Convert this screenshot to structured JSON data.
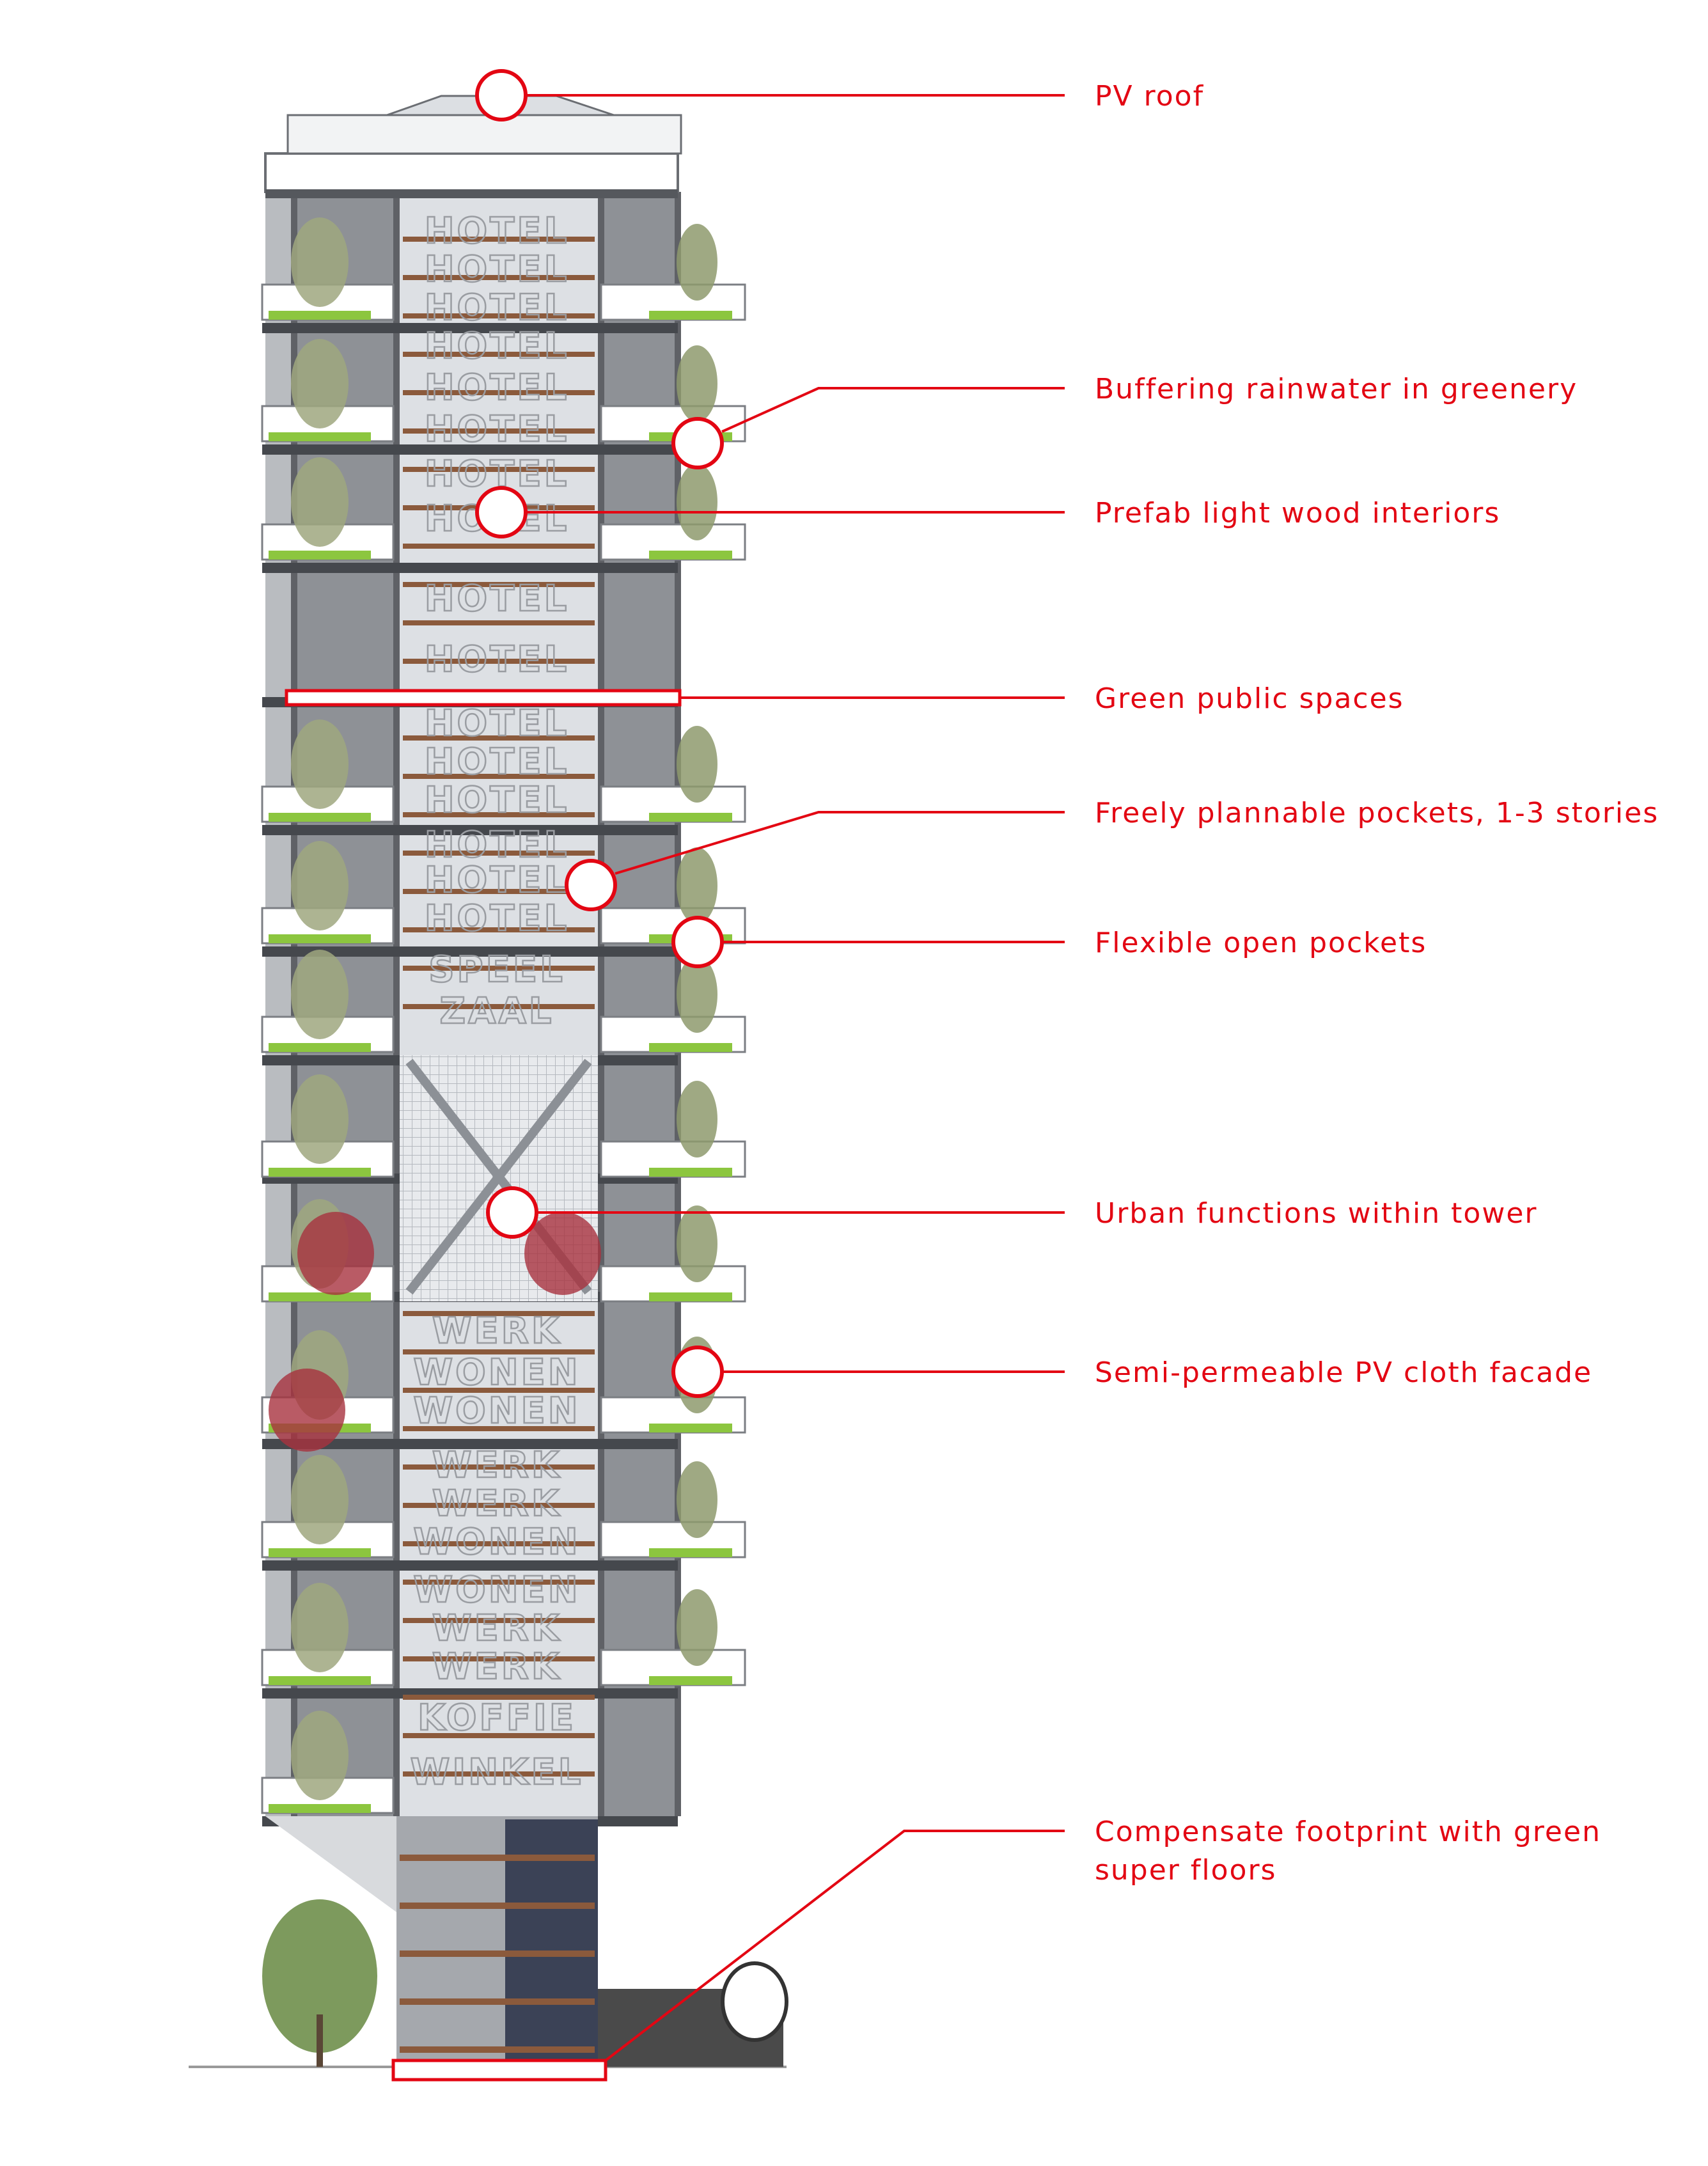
{
  "colors": {
    "accent": "#e30613",
    "greenery": "#8cc63f",
    "wood": "#8b5a3c",
    "structure": "#5f6166",
    "glass": "#dde0e4",
    "ground": "#4a4a4a"
  },
  "tower_signs": {
    "hotel": "HOTEL",
    "speel": "SPEEL",
    "zaal": "ZAAL",
    "werk": "WERK",
    "wonen": "WONEN",
    "koffie": "KOFFIE",
    "winkel": "WINKEL"
  },
  "callouts": [
    {
      "id": "pv-roof",
      "lines": [
        "PV roof"
      ],
      "marker": "circle"
    },
    {
      "id": "buffering-rainwater",
      "lines": [
        "Buffering rainwater in greenery"
      ],
      "marker": "circle"
    },
    {
      "id": "prefab-wood",
      "lines": [
        "Prefab light wood interiors"
      ],
      "marker": "circle"
    },
    {
      "id": "green-public-spaces",
      "lines": [
        "Green public spaces"
      ],
      "marker": "rect"
    },
    {
      "id": "freely-plannable",
      "lines": [
        "Freely plannable pockets, 1-3 stories"
      ],
      "marker": "circle"
    },
    {
      "id": "flexible-open",
      "lines": [
        "Flexible open pockets"
      ],
      "marker": "circle"
    },
    {
      "id": "urban-functions",
      "lines": [
        "Urban functions within tower"
      ],
      "marker": "circle"
    },
    {
      "id": "pv-cloth-facade",
      "lines": [
        "Semi-permeable PV cloth facade"
      ],
      "marker": "circle"
    },
    {
      "id": "compensate-footprint",
      "lines": [
        "Compensate footprint with green",
        "super floors"
      ],
      "marker": "rect"
    }
  ]
}
